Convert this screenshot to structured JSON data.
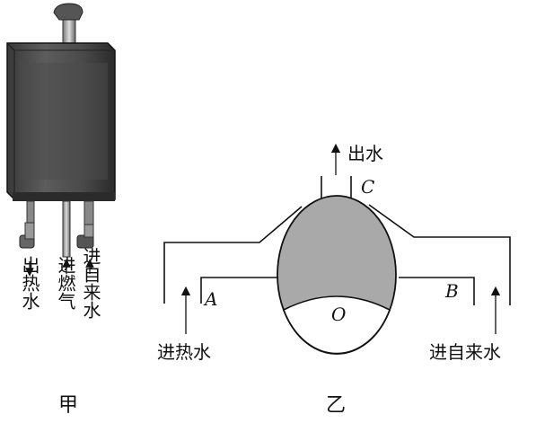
{
  "figure_jia": {
    "caption": "甲",
    "outlet_hot_label": "出热水",
    "inlet_gas_label": "进燃气",
    "inlet_tap_label": "进自来水"
  },
  "figure_yi": {
    "caption": "乙",
    "water_out_label": "出水",
    "hot_in_label": "进热水",
    "tap_in_label": "进自来水",
    "point_a": "A",
    "point_b": "B",
    "point_c": "C",
    "point_o": "O"
  }
}
